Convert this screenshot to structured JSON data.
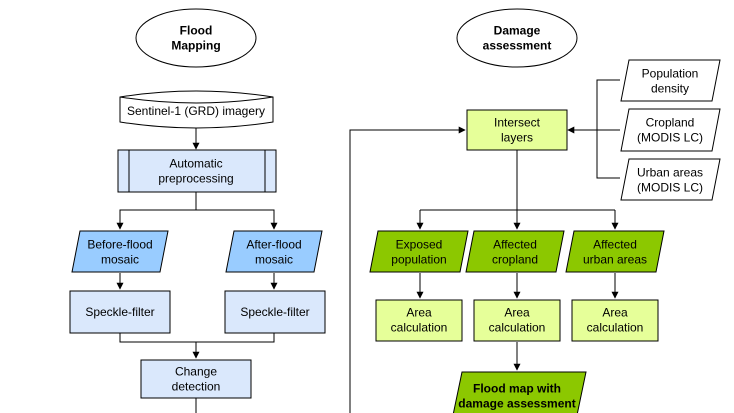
{
  "colors": {
    "stroke": "#000000",
    "process_blue": "#dae8fc",
    "data_blue": "#99ccff",
    "data_green": "#8cc800",
    "process_green": "#e6ff99",
    "background": "#ffffff"
  },
  "flood": {
    "header": [
      "Flood",
      "Mapping"
    ],
    "sentinel": [
      "Sentinel-1 (GRD) imagery"
    ],
    "preprocessing": [
      "Automatic",
      "preprocessing"
    ],
    "before_mosaic": [
      "Before-flood",
      "mosaic"
    ],
    "after_mosaic": [
      "After-flood",
      "mosaic"
    ],
    "speckle_left": [
      "Speckle-filter"
    ],
    "speckle_right": [
      "Speckle-filter"
    ],
    "change_detection": [
      "Change",
      "detection"
    ]
  },
  "damage": {
    "header": [
      "Damage",
      "assessment"
    ],
    "intersect": [
      "Intersect",
      "layers"
    ],
    "population_density": [
      "Population",
      "density"
    ],
    "cropland_input": [
      "Cropland",
      "(MODIS LC)"
    ],
    "urban_input": [
      "Urban areas",
      "(MODIS LC)"
    ],
    "exposed_population": [
      "Exposed",
      "population"
    ],
    "affected_cropland": [
      "Affected",
      "cropland"
    ],
    "affected_urban": [
      "Affected",
      "urban areas"
    ],
    "area_calc_1": [
      "Area",
      "calculation"
    ],
    "area_calc_2": [
      "Area",
      "calculation"
    ],
    "area_calc_3": [
      "Area",
      "calculation"
    ],
    "flood_map_output": [
      "Flood map with",
      "damage assessment"
    ]
  }
}
